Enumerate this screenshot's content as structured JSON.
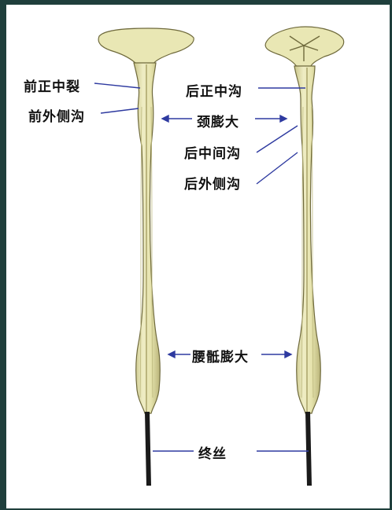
{
  "labels": {
    "anterior_median_fissure": "前正中裂",
    "anterolateral_sulcus": "前外侧沟",
    "posterior_median_sulcus": "后正中沟",
    "cervical_enlargement": "颈膨大",
    "posterior_intermediate_sulcus": "后中间沟",
    "posterolateral_sulcus": "后外侧沟",
    "lumbosacral_enlargement": "腰骶膨大",
    "filum_terminale": "终丝"
  },
  "colors": {
    "frame": "#1f3f3c",
    "cord_fill": "#e9e7b4",
    "cord_shade": "#c9c58a",
    "cord_outline": "#6f6a3c",
    "leader_line": "#2e3aa0",
    "filum": "#1a1a1a"
  }
}
